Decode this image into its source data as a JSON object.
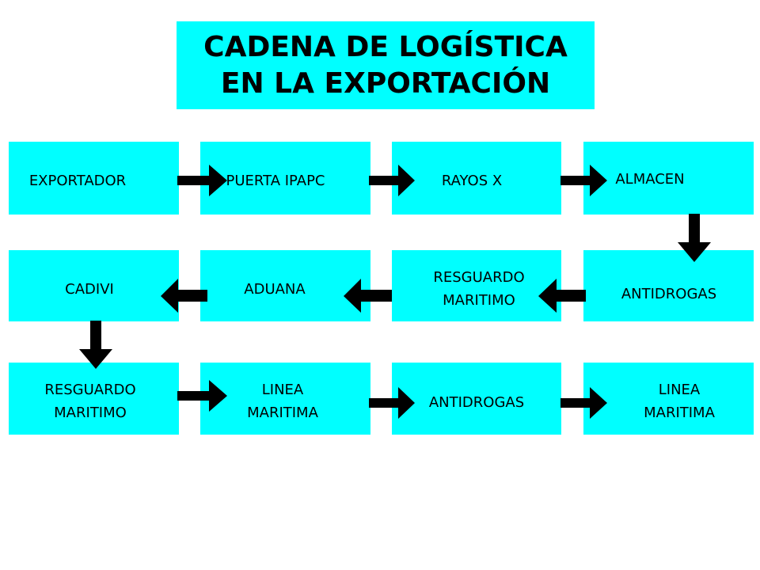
{
  "title": {
    "line1": "CADENA DE LOGÍSTICA",
    "line2": "EN LA EXPORTACIÓN"
  },
  "colors": {
    "box_fill": "#00ffff",
    "arrow_fill": "#000000",
    "text": "#000000"
  },
  "row1": {
    "b1": "EXPORTADOR",
    "b2": "PUERTA IPAPC",
    "b3": "RAYOS X",
    "b4": "ALMACEN"
  },
  "row2": {
    "b1": "CADIVI",
    "b2": "ADUANA",
    "b3": "RESGUARDO\nMARITIMO",
    "b4": "ANTIDROGAS"
  },
  "row3": {
    "b1": "RESGUARDO\nMARITIMO",
    "b2": "LINEA\nMARITIMA",
    "b3": "ANTIDROGAS",
    "b4": "LINEA\nMARITIMA"
  }
}
